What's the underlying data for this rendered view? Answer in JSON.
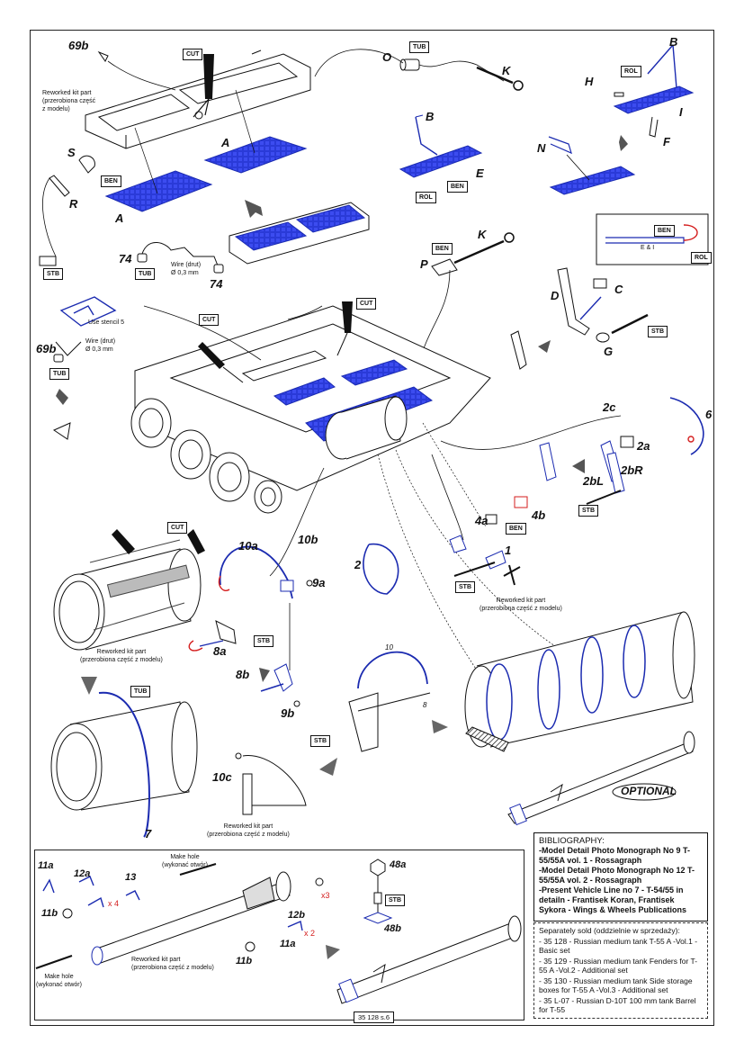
{
  "part_labels": {
    "l69b_top": "69b",
    "O": "O",
    "K_top": "K",
    "B_right": "B",
    "H": "H",
    "I": "I",
    "F": "F",
    "S": "S",
    "R": "R",
    "A_left": "A",
    "A_mid": "A",
    "B_mid": "B",
    "E": "E",
    "N": "N",
    "l74a": "74",
    "l74b": "74",
    "P": "P",
    "K_mid": "K",
    "D": "D",
    "C": "C",
    "G": "G",
    "l69b_left": "69b",
    "l2c": "2c",
    "l6": "6",
    "l2a": "2a",
    "l2bR": "2bR",
    "l2bL": "2bL",
    "l4a": "4a",
    "l4b": "4b",
    "l10a": "10a",
    "l10b": "10b",
    "l9a": "9a",
    "l1": "1",
    "l2": "2",
    "l8a": "8a",
    "l8b": "8b",
    "l9b": "9b",
    "l7": "7",
    "l10c": "10c",
    "l10_small": "10",
    "l8_small": "8",
    "l11a_top": "11a",
    "l12a": "12a",
    "l13": "13",
    "l11b_left": "11b",
    "l12b": "12b",
    "l11a_bot": "11a",
    "l11b_bot": "11b",
    "l48a": "48a",
    "l48b": "48b"
  },
  "tags": {
    "cut_top": "CUT",
    "tub_top": "TUB",
    "rol_right": "ROL",
    "ben_s": "BEN",
    "stb_left": "STB",
    "ben_e": "BEN",
    "rol_e": "ROL",
    "tub_74": "TUB",
    "ben_p": "BEN",
    "cut_mid": "CUT",
    "cut_tank": "CUT",
    "tub_69b": "TUB",
    "stb_g": "STB",
    "ben_inset": "BEN",
    "rol_inset": "ROL",
    "stb_2bl": "STB",
    "ben_4b": "BEN",
    "stb_1": "STB",
    "cut_drum": "CUT",
    "stb_8b": "STB",
    "tub_7": "TUB",
    "stb_10": "STB",
    "stb_48": "STB"
  },
  "notes": {
    "reworked_top": [
      "Reworked kit part",
      "(przerobiona część",
      "z modelu)"
    ],
    "wire_74": [
      "Wire (drut)",
      "Ø 0,3 mm"
    ],
    "use_stencil": "Use stencil 5",
    "wire_69b": [
      "Wire (drut)",
      "Ø 0,3 mm"
    ],
    "inset_label": "E & I",
    "reworked_1": [
      "Reworked kit part",
      "(przerobiona część z modelu)"
    ],
    "reworked_drum": [
      "Reworked kit part",
      "(przerobiona część z modelu)"
    ],
    "reworked_10c": [
      "Reworked kit part",
      "(przerobiona część z modelu)"
    ],
    "make_hole_top": [
      "Make hole",
      "(wykonać otwór)"
    ],
    "make_hole_left": [
      "Make hole",
      "(wykonać otwór)"
    ],
    "reworked_barrel": [
      "Reworked kit part",
      "(przerobiona część z modelu)"
    ],
    "optional": "OPTIONAL",
    "x4": "x 4",
    "x3": "x3",
    "x2": "x 2"
  },
  "bibliography": {
    "title": "BIBLIOGRAPHY:",
    "items": [
      "-Model Detail Photo Monograph No 9 T-55/55A vol. 1 - Rossagraph",
      "-Model Detail Photo Monograph No 12 T-55/55A vol. 2 - Rossagraph",
      "-Present Vehicle Line no 7 - T-54/55 in detailn - Frantisek Koran, Frantisek Sykora - Wings & Wheels Publications"
    ]
  },
  "sold_separately": {
    "title": "Separately sold (oddzielnie w sprzedaży):",
    "items": [
      "- 35 128 - Russian medium tank T-55 A -Vol.1 - Basic set",
      "- 35 129 - Russian medium tank Fenders for T-55 A -Vol.2 - Additional set",
      "- 35 130 - Russian medium tank Side storage boxes for T-55 A -Vol.3 - Additional set",
      "- 35 L-07 - Russian D-10T 100 mm tank Barrel for T-55"
    ]
  },
  "page_ref": "35 128 s.6",
  "colors": {
    "pe_blue": "#2233cc",
    "red": "#d41e1e",
    "ink": "#111111"
  }
}
